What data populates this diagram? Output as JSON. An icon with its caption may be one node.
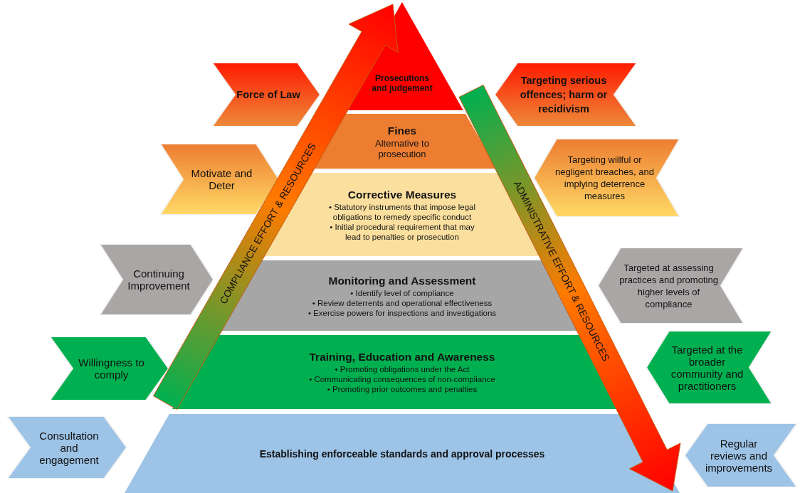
{
  "diagram": {
    "nodes": [
      {
        "text": [
          "Prosecutions and judgement"
        ]
      },
      {
        "text": [
          "Fines",
          "Alternative to prosecution"
        ]
      },
      {
        "text": [
          "Corrective Measures",
          "• Statutory instruments that impose legal obligations to remedy specific conduct",
          "• Initial procedural requirement that may lead to penalties or prosecution"
        ]
      },
      {
        "text": [
          "Monitoring and Assessment",
          "• Identify level of compliance",
          "• Review deterrents and operational effectiveness",
          "• Exercise powers for inspections and investigations"
        ]
      },
      {
        "text": [
          "Training, Education and Awareness",
          "• Promoting obligations under the Act",
          "• Communicating consequences of non-compliance",
          "• Promoting prior outcomes and penalties"
        ]
      },
      {
        "text": [
          "Establishing enforceable standards and approval processes"
        ]
      },
      {
        "text": [
          "Force of Law"
        ]
      },
      {
        "text": [
          "Motivate and Deter"
        ]
      },
      {
        "text": [
          "Continuing Improvement"
        ]
      },
      {
        "text": [
          "Willingness to comply"
        ]
      },
      {
        "text": [
          "Consultation and engagement"
        ]
      },
      {
        "text": [
          "Targeting serious offences; harm or recidivism"
        ]
      },
      {
        "text": [
          "Targeting willful or negligent breaches, and implying deterrence measures"
        ]
      },
      {
        "text": [
          "Targeted at assessing practices and promoting higher levels of compliance"
        ]
      },
      {
        "text": [
          "Targeted at the broader community and practitioners"
        ]
      },
      {
        "text": [
          "Regular reviews and improvements"
        ]
      },
      {
        "text": [
          "COMPLIANCE EFFORT & RESOURCES"
        ]
      },
      {
        "text": [
          "ADMINISTRATIVE EFFORT & RESOURCES"
        ]
      }
    ]
  }
}
